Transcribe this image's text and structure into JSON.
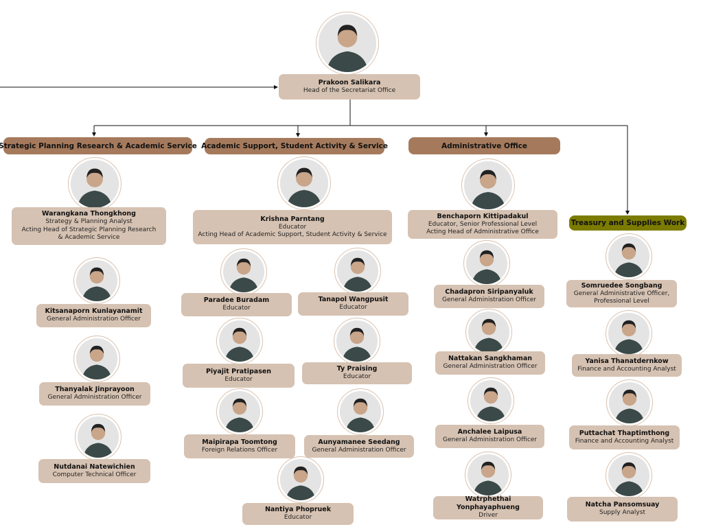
{
  "head": {
    "name": "Prakoon Salikara",
    "roles": [
      "Head of the Secretariat Office"
    ]
  },
  "colors": {
    "card": "#d6c2b2",
    "header": "#a57a5c",
    "treasury": "#7b7b00",
    "line": "#111111"
  },
  "units": [
    {
      "title": "Strategic Planning Research & Academic Service",
      "people": [
        {
          "name": "Warangkana Thongkhong",
          "roles": [
            "Strategy & Planning Analyst",
            "Acting Head of Strategic Planning Research",
            "& Academic Service"
          ]
        },
        {
          "name": "Kitsanaporn Kunlayanamit",
          "roles": [
            "General Administration Officer"
          ]
        },
        {
          "name": "Thanyalak Jinprayoon",
          "roles": [
            "General Administration Officer"
          ]
        },
        {
          "name": "Nutdanai Natewichien",
          "roles": [
            "Computer Technical Officer"
          ]
        }
      ]
    },
    {
      "title": "Academic Support, Student Activity & Service",
      "people": [
        {
          "name": "Krishna Parntang",
          "roles": [
            "Educator",
            "Acting Head of Academic Support, Student Activity & Service"
          ]
        },
        {
          "name": "Paradee Buradam",
          "roles": [
            "Educator"
          ]
        },
        {
          "name": "Tanapol Wangpusit",
          "roles": [
            "Educator"
          ]
        },
        {
          "name": "Piyajit Pratipasen",
          "roles": [
            "Educator"
          ]
        },
        {
          "name": "Ty Praising",
          "roles": [
            "Educator"
          ]
        },
        {
          "name": "Maipirapa Toomtong",
          "roles": [
            "Foreign Relations Officer"
          ]
        },
        {
          "name": "Aunyamanee Seedang",
          "roles": [
            "General Administration Officer"
          ]
        },
        {
          "name": "Nantiya Phopruek",
          "roles": [
            "Educator"
          ]
        }
      ]
    },
    {
      "title": "Administrative Office",
      "people": [
        {
          "name": "Benchaporn Kittipadakul",
          "roles": [
            "Educator, Senior Professional Level",
            "Acting Head of Administrative Office"
          ]
        },
        {
          "name": "Chadapron Siripanyaluk",
          "roles": [
            "General Administration Officer"
          ]
        },
        {
          "name": "Nattakan Sangkhaman",
          "roles": [
            "General Administration Officer"
          ]
        },
        {
          "name": "Anchalee Laipusa",
          "roles": [
            "General Administration Officer"
          ]
        },
        {
          "name": "Watrphethai Yonphayaphueng",
          "roles": [
            "Driver"
          ]
        }
      ]
    },
    {
      "title": "Treasury and Supplies Work",
      "people": [
        {
          "name": "Somruedee Songbang",
          "roles": [
            "General Administrative Officer,",
            "Professional Level"
          ]
        },
        {
          "name": "Yanisa Thanatdernkow",
          "roles": [
            "Finance and Accounting Analyst"
          ]
        },
        {
          "name": "Puttachat Thaptimthong",
          "roles": [
            "Finance and Accounting Analyst"
          ]
        },
        {
          "name": "Natcha Pansomsuay",
          "roles": [
            "Supply Analyst"
          ]
        }
      ]
    }
  ]
}
